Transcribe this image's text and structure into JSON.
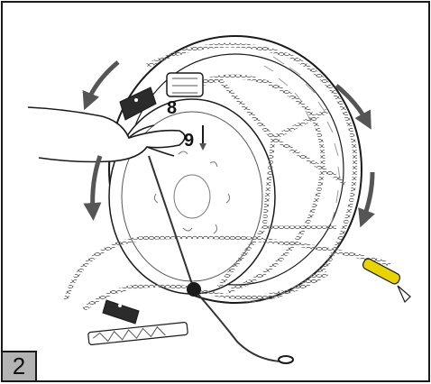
{
  "figure": {
    "step_number": "2",
    "callouts": {
      "first": "8",
      "second": "9"
    },
    "colors": {
      "chain": "#7a7a7a",
      "arrow": "#555555",
      "tension_strap": "#e8d400",
      "outline": "#1a1a1a",
      "badge": "#b3b3b3"
    }
  }
}
